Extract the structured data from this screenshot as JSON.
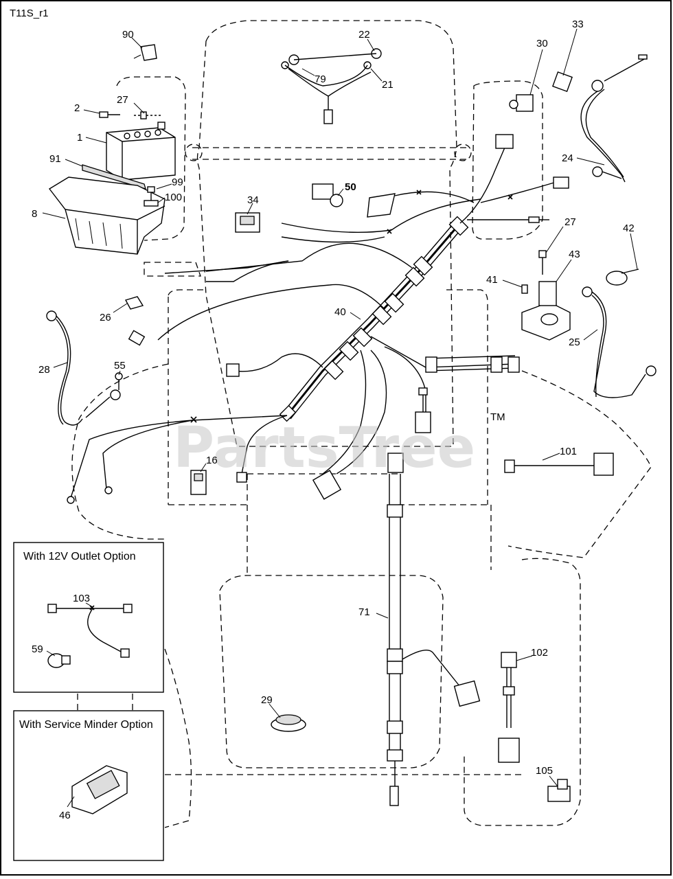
{
  "diagram_id": "T11S_r1",
  "watermark": "PartsTree",
  "trademark": "TM",
  "part_labels": [
    "90",
    "22",
    "30",
    "33",
    "2",
    "27",
    "79",
    "21",
    "1",
    "24",
    "91",
    "99",
    "50",
    "100",
    "8",
    "34",
    "27",
    "42",
    "43",
    "41",
    "26",
    "40",
    "25",
    "28",
    "55",
    "101",
    "16",
    "71",
    "102",
    "59",
    "29",
    "105",
    "46",
    "103"
  ],
  "options": {
    "outlet_title": "With 12V Outlet Option",
    "minder_title": "With Service Minder Option"
  }
}
